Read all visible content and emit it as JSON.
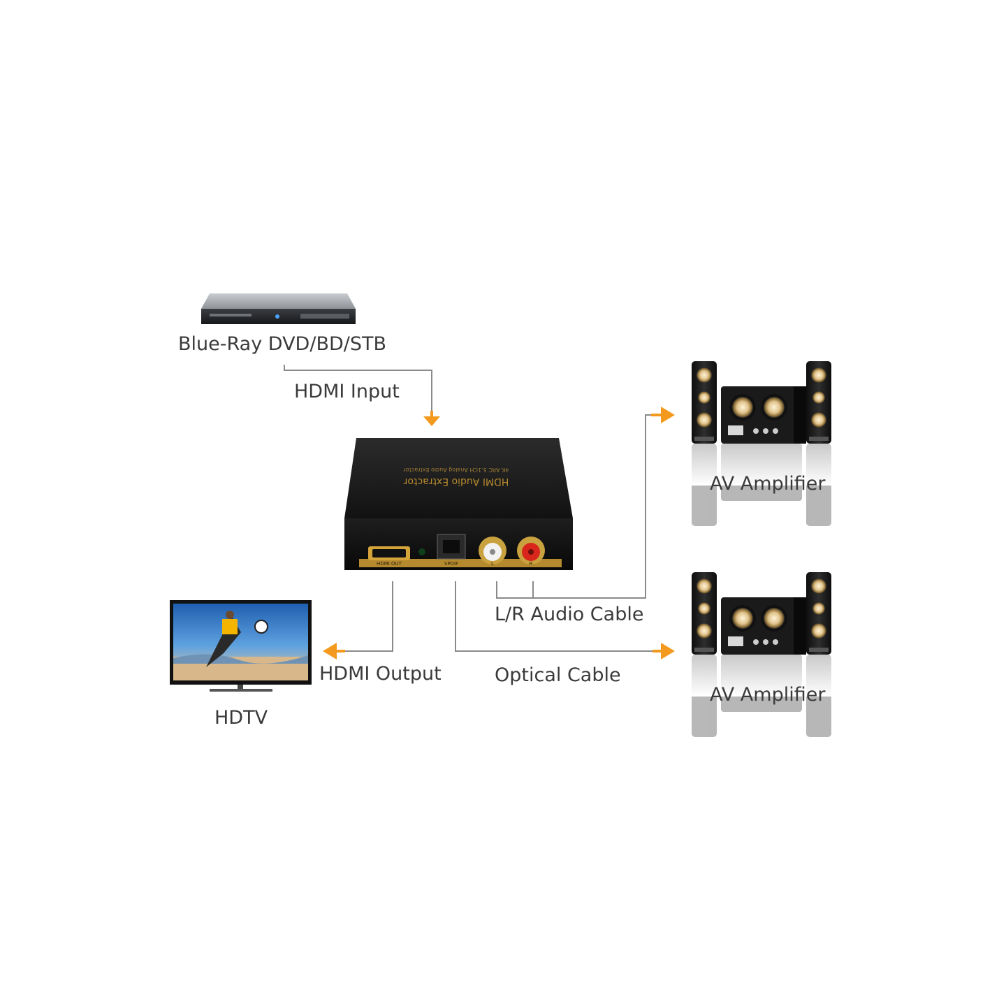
{
  "labels": {
    "source": "Blue-Ray DVD/BD/STB",
    "hdmi_input": "HDMI Input",
    "hdmi_output": "HDMI Output",
    "hdtv": "HDTV",
    "lr_cable": "L/R Audio Cable",
    "optical_cable": "Optical Cable",
    "amp_top": "AV Amplifier",
    "amp_bottom": "AV Amplifier"
  },
  "device": {
    "top_title": "HDMI Audio Extractor",
    "top_subtitle": "4K ARC 5.1CH Analog Audio Extractor",
    "port_hdmi_out": "HDMI OUT",
    "port_spdif": "SPDIF",
    "port_l": "L",
    "port_r": "R"
  },
  "colors": {
    "arrow": "#f39a1e",
    "line": "#8a8a8a",
    "text": "#3a3a3a",
    "device_body": "#1c1c1c",
    "device_trim": "#b58a2e",
    "rca_red": "#d9261c",
    "rca_white": "#f2f2f2"
  },
  "icons": [
    "bluray-player-icon",
    "hdtv-icon",
    "speaker-system-icon",
    "hdmi-audio-extractor-icon"
  ]
}
